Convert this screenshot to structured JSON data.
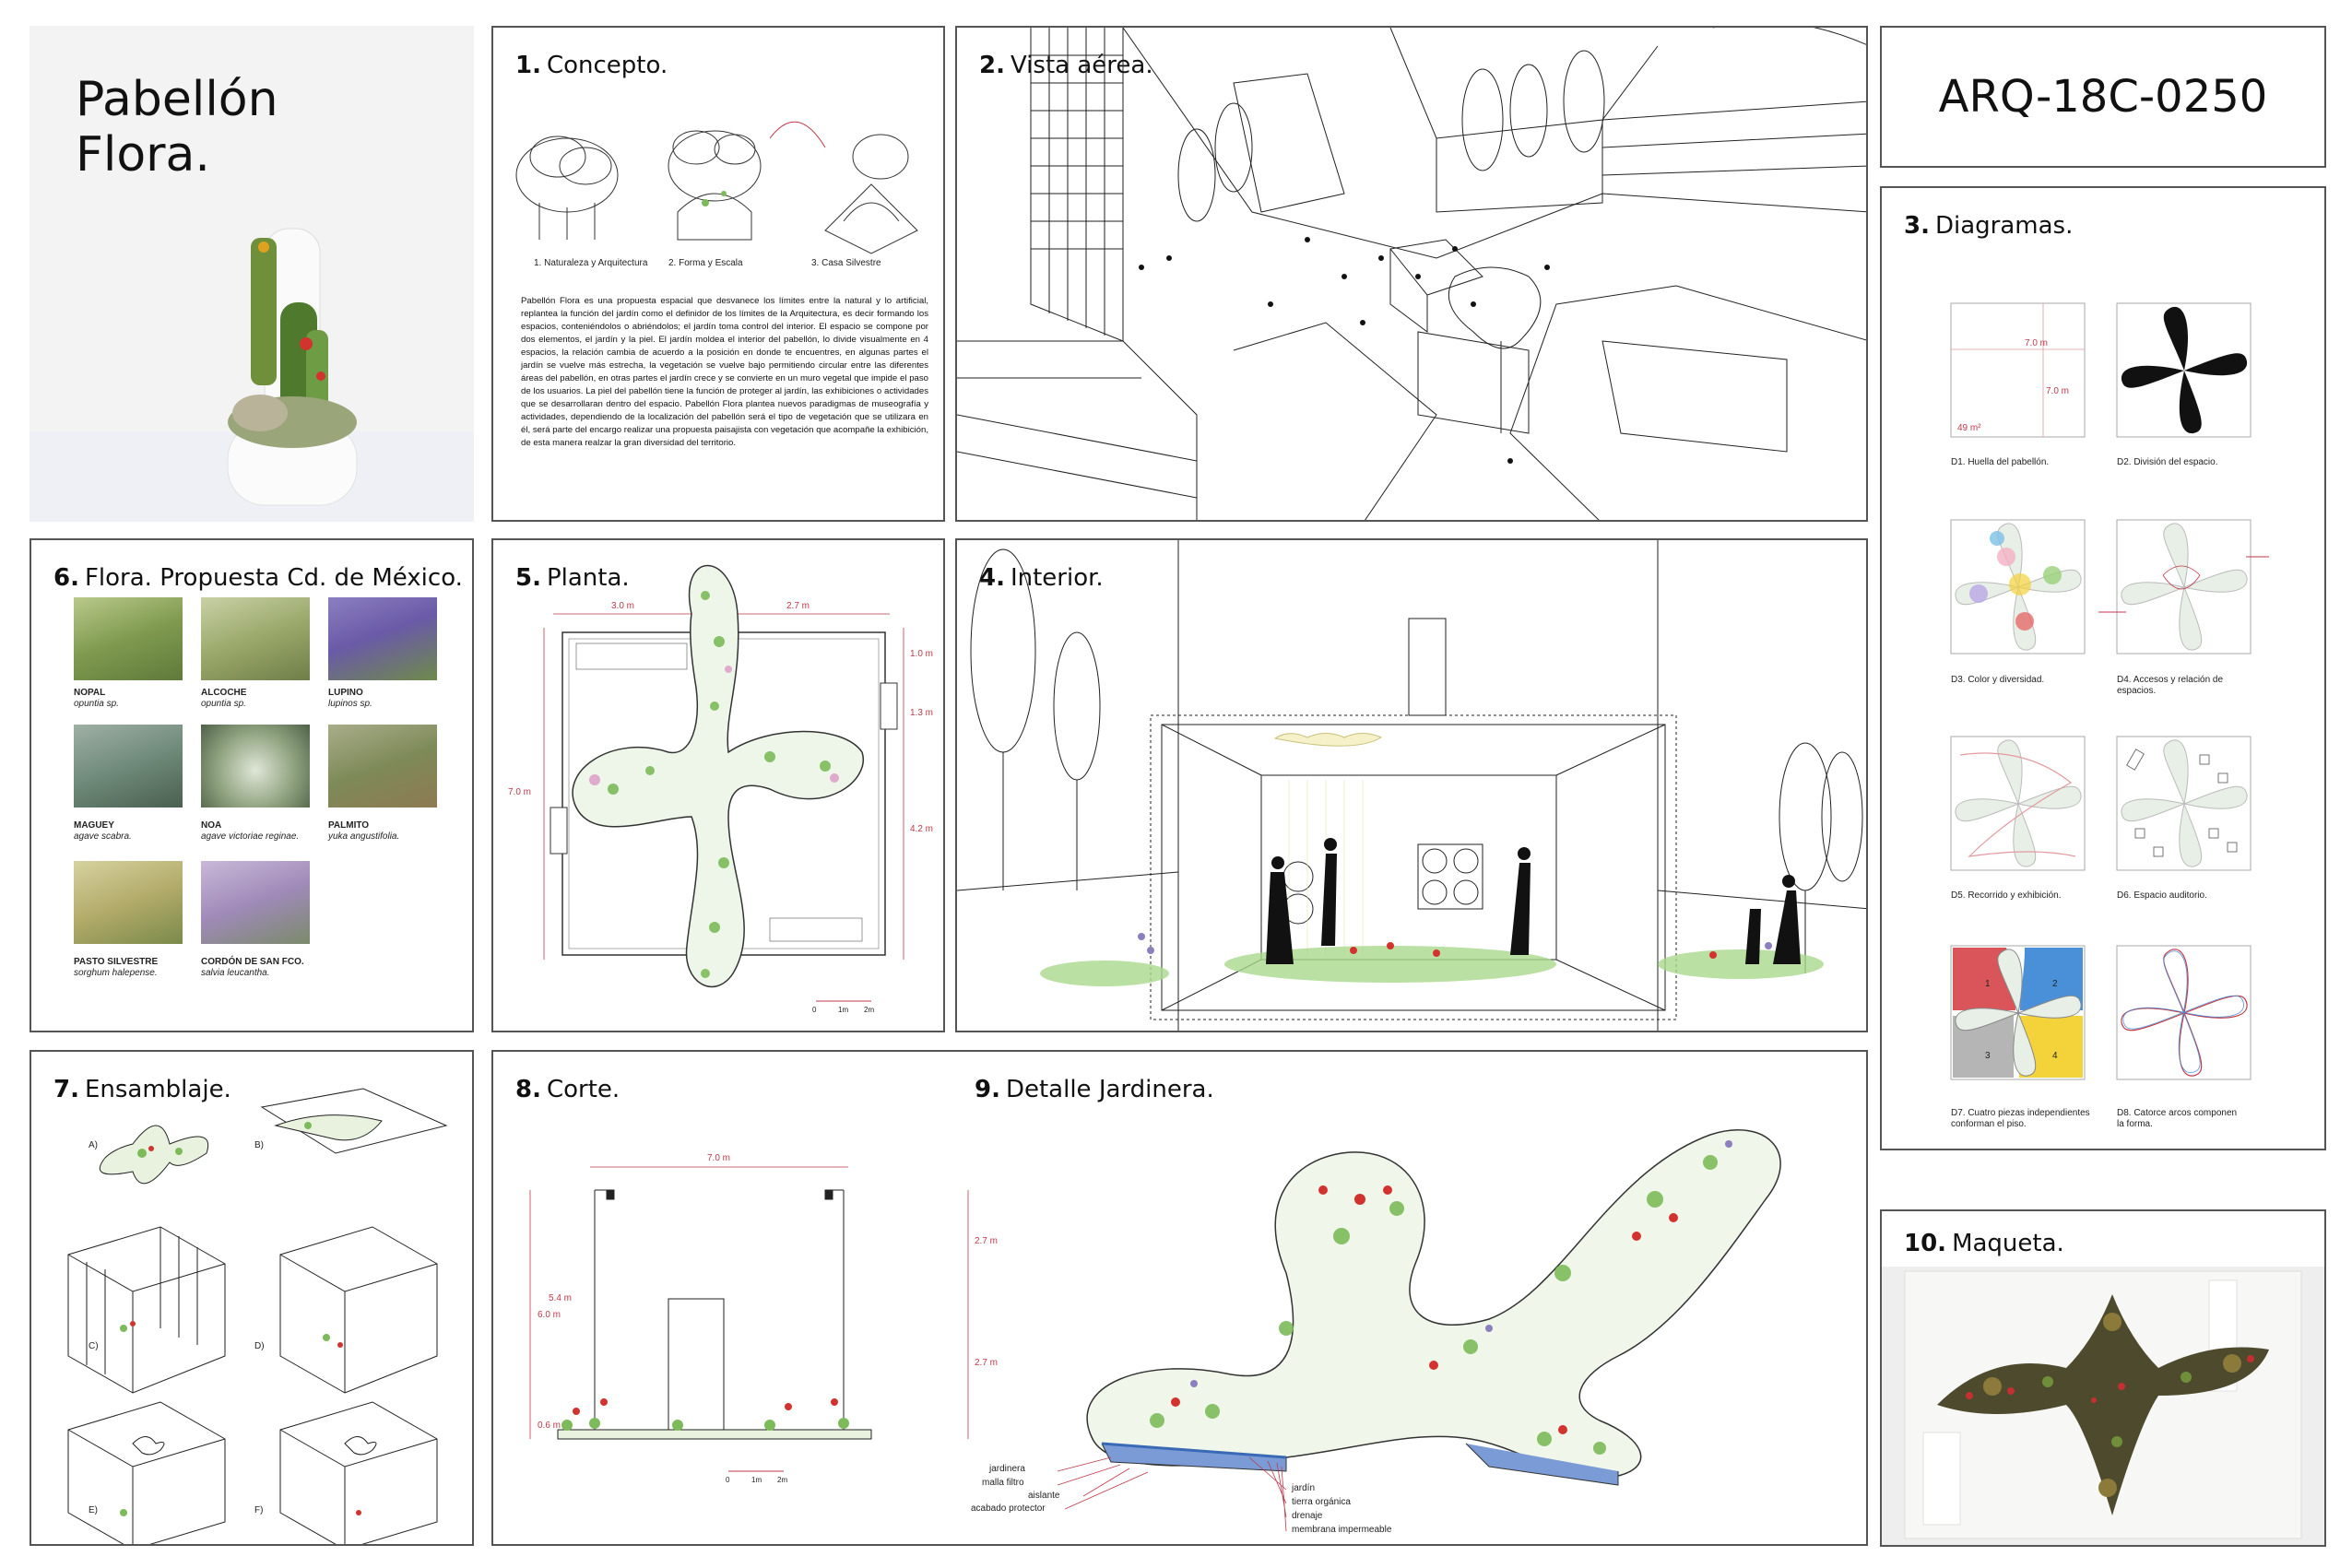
{
  "project": {
    "title_line1": "Pabellón",
    "title_line2": "Flora.",
    "code": "ARQ-18C-0250"
  },
  "panels": {
    "concepto": {
      "num": "1.",
      "title": "Concepto."
    },
    "aerea": {
      "num": "2.",
      "title": "Vista aérea."
    },
    "diagramas": {
      "num": "3.",
      "title": "Diagramas."
    },
    "interior": {
      "num": "4.",
      "title": "Interior."
    },
    "planta": {
      "num": "5.",
      "title": "Planta."
    },
    "flora": {
      "num": "6.",
      "title": "Flora. Propuesta Cd. de México."
    },
    "ensamblaje": {
      "num": "7.",
      "title": "Ensamblaje."
    },
    "corte": {
      "num": "8.",
      "title": "Corte."
    },
    "detalle": {
      "num": "9.",
      "title": "Detalle Jardinera."
    },
    "maqueta": {
      "num": "10.",
      "title": "Maqueta."
    }
  },
  "concept": {
    "steps": [
      "1. Naturaleza y Arquitectura",
      "2. Forma y Escala",
      "3. Casa Silvestre"
    ],
    "text": "Pabellón Flora es una propuesta espacial que desvanece los límites entre la natural y lo artificial, replantea la función del jardín como el definidor de los límites de la Arquitectura, es decir formando los espacios, conteniéndolos o abriéndolos; el jardín toma control del interior. El espacio se compone por dos elementos, el jardín y la piel. El jardín moldea el interior del pabellón, lo divide visualmente en 4 espacios, la relación cambia de acuerdo a la posición en donde te encuentres, en algunas partes el jardín se vuelve más estrecha, la vegetación se vuelve bajo permitiendo circular entre las diferentes áreas del pabellón, en otras partes el jardín crece y se convierte en un muro vegetal que impide el paso de los usuarios. La piel del pabellón tiene la función de proteger al jardín, las exhibiciones o actividades que se desarrollaran dentro del espacio. Pabellón Flora plantea nuevos paradigmas de museografía y actividades, dependiendo de la localización del pabellón será el tipo de vegetación que se utilizara en él, será parte del encargo realizar una propuesta paisajista con vegetación que acompañe la exhibición, de esta manera realzar la gran diversidad del territorio."
  },
  "flora": [
    {
      "name": "NOPAL",
      "species": "opuntia sp."
    },
    {
      "name": "ALCOCHE",
      "species": "opuntia sp."
    },
    {
      "name": "LUPINO",
      "species": "lupinos sp."
    },
    {
      "name": "MAGUEY",
      "species": "agave scabra."
    },
    {
      "name": "NOA",
      "species": "agave victoriae reginae."
    },
    {
      "name": "PALMITO",
      "species": "yuka angustifolia."
    },
    {
      "name": "PASTO SILVESTRE",
      "species": "sorghum halepense."
    },
    {
      "name": "CORDÓN DE SAN FCO.",
      "species": "salvia leucantha."
    }
  ],
  "diagrams": [
    {
      "label": "D1. Huella del pabellón."
    },
    {
      "label": "D2. División del espacio."
    },
    {
      "label": "D3. Color y diversidad."
    },
    {
      "label": "D4. Accesos y relación de espacios."
    },
    {
      "label": "D5. Recorrido y exhibición."
    },
    {
      "label": "D6. Espacio auditorio."
    },
    {
      "label": "D7. Cuatro piezas independientes conforman el piso."
    },
    {
      "label": "D8. Catorce arcos componen la forma."
    }
  ],
  "diagram_dims": {
    "d1_w": "7.0 m",
    "d1_h": "7.0 m",
    "d1_area": "49 m²"
  },
  "d7_pieces": [
    "1",
    "2",
    "3",
    "4"
  ],
  "ensamblaje_steps": [
    "A)",
    "B)",
    "C)",
    "D)",
    "E)",
    "F)"
  ],
  "planta_dims": {
    "top_left": "3.0 m",
    "top_right": "2.7 m",
    "left": "7.0 m",
    "r1": "1.0 m",
    "r2": "1.3 m",
    "r3": "4.2 m"
  },
  "corte_dims": {
    "width": "7.0 m",
    "height": "6.0 m",
    "inner": "5.4 m",
    "upper": "2.7 m",
    "lower": "2.7 m",
    "base": "0.6 m"
  },
  "scale_bar": [
    "0",
    "1m",
    "2m"
  ],
  "detalle_labels": {
    "left": [
      "jardinera",
      "malla filtro",
      "aislante",
      "acabado protector"
    ],
    "right": [
      "jardín",
      "tierra orgánica",
      "drenaje",
      "membrana impermeable"
    ]
  },
  "colors": {
    "border": "#555555",
    "accent_red": "#c03a4a",
    "green": "#7dbb5a",
    "piece1": "#d9555a",
    "piece2": "#4a90d9",
    "piece3": "#b5b5b5",
    "piece4": "#f3d23a"
  }
}
